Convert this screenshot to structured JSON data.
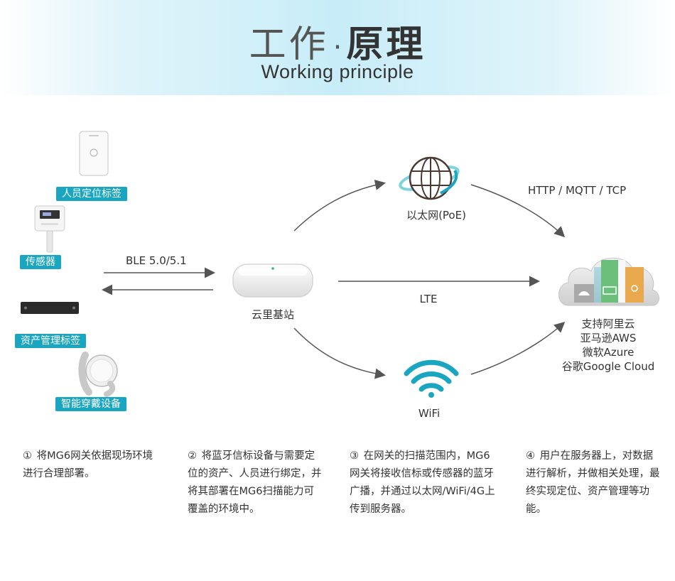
{
  "header": {
    "title_thin": "工作",
    "title_dot": "·",
    "title_bold": "原理",
    "subtitle": "Working principle"
  },
  "devices": {
    "personnel_tag": "人员定位标签",
    "sensor": "传感器",
    "asset_tag": "资产管理标签",
    "wearable": "智能穿戴设备"
  },
  "links": {
    "ble": "BLE 5.0/5.1",
    "lte": "LTE",
    "protocols": "HTTP / MQTT / TCP"
  },
  "nodes": {
    "gateway": "云里基站",
    "ethernet": "以太网(PoE)",
    "wifi": "WiFi"
  },
  "cloud": {
    "lines": [
      "支持阿里云",
      "亚马逊AWS",
      "微软Azure",
      "谷歌Google Cloud"
    ]
  },
  "steps": [
    {
      "num": "①",
      "text": "将MG6网关依据现场环境进行合理部署。"
    },
    {
      "num": "②",
      "text": "将蓝牙信标设备与需要定位的资产、人员进行绑定，并将其部署在MG6扫描能力可覆盖的环境中。"
    },
    {
      "num": "③",
      "text": "在网关的扫描范围内，MG6网关将接收信标或传感器的蓝牙广播，并通过以太网/WiFi/4G上传到服务器。"
    },
    {
      "num": "④",
      "text": "用户在服务器上，对数据进行解析，并做相关处理，最终实现定位、资产管理等功能。"
    }
  ],
  "colors": {
    "badge": "#1aa6c1",
    "wifi": "#1aa6c1",
    "cloud_green": "#6cbf7a",
    "cloud_teal": "#3fb3c8",
    "cloud_orange": "#e8a94e"
  }
}
